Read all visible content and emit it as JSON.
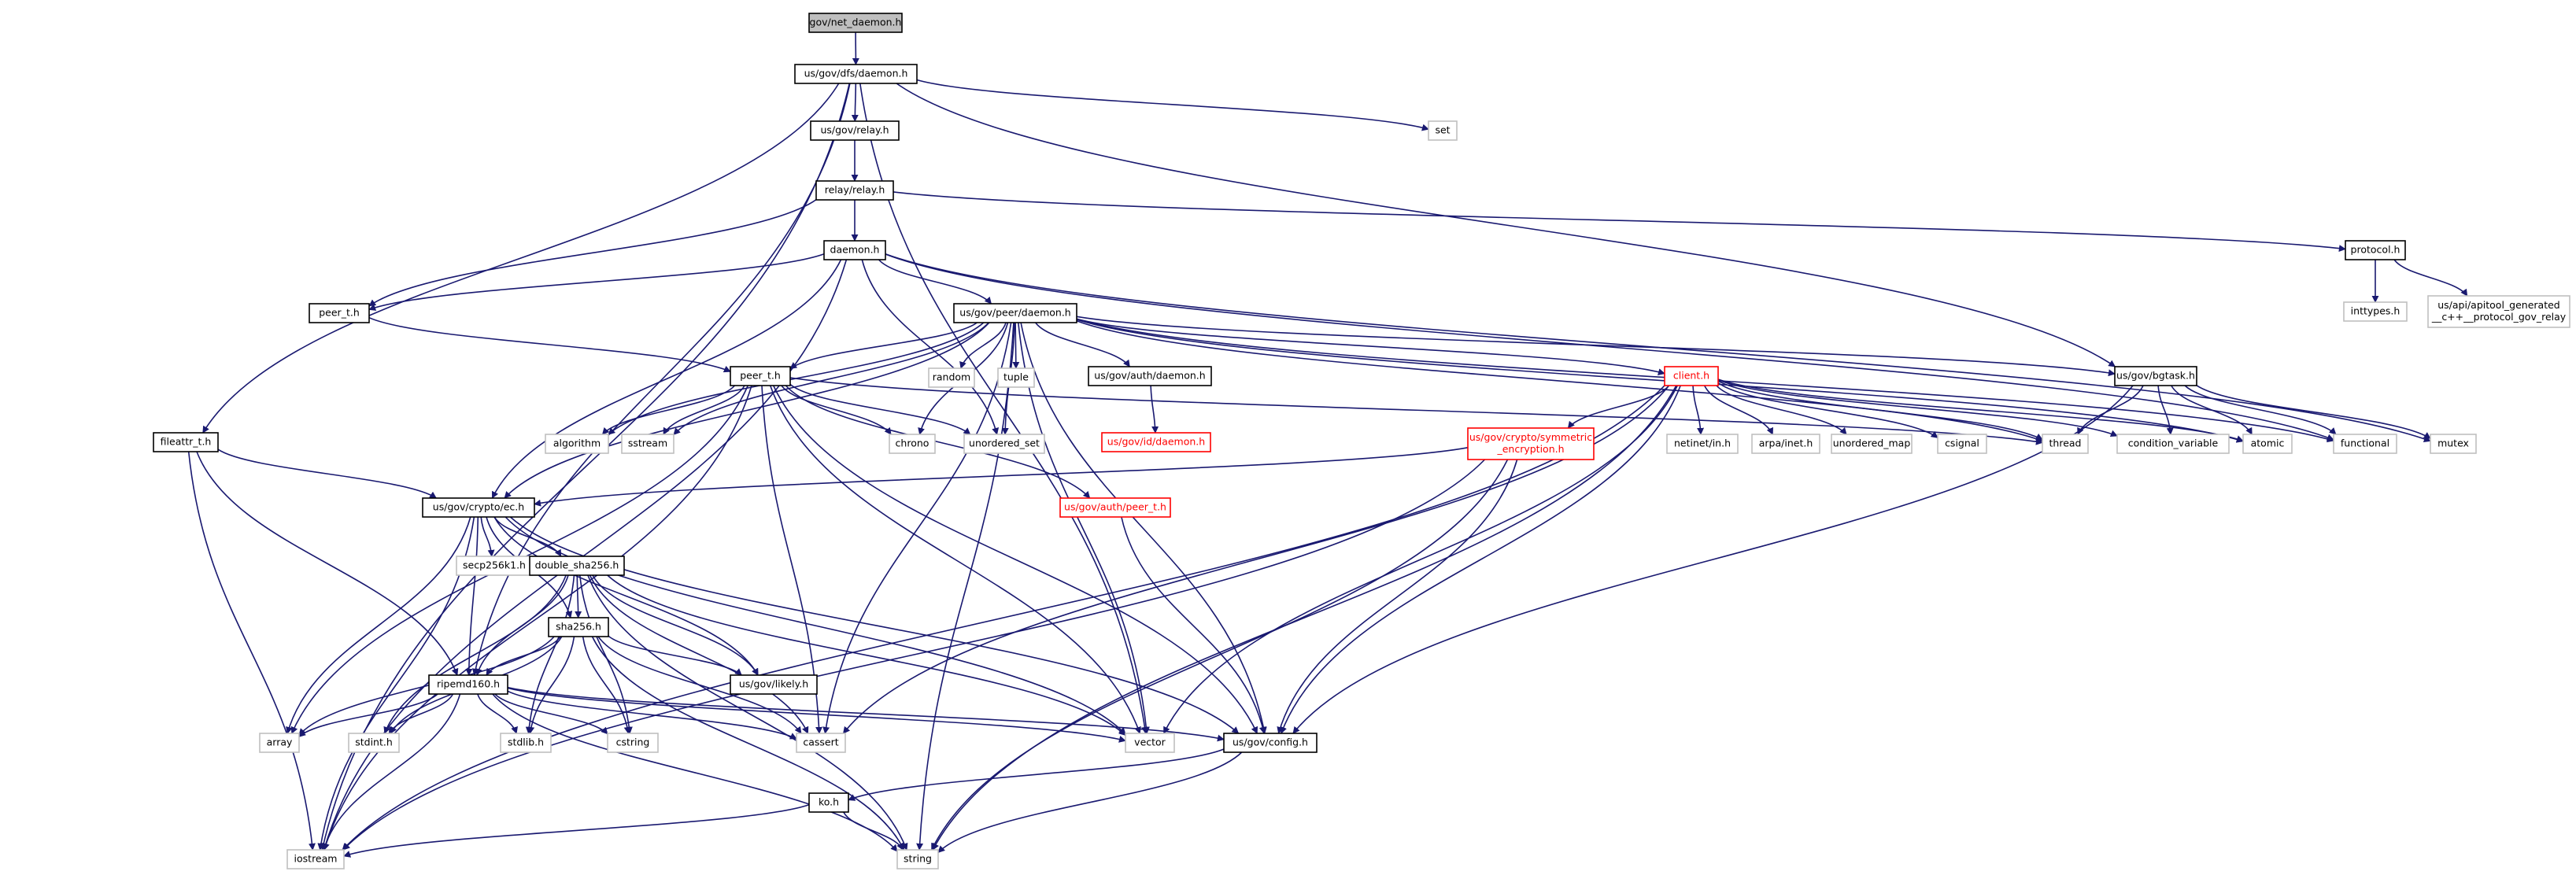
{
  "colors": {
    "edge": "#191970",
    "documented_border": "#000000",
    "undocumented_border": "#bfbfbf",
    "incomplete_border": "#ff0000",
    "root_fill": "#bfbfbf",
    "text": "#000000",
    "red_text": "#ff0000"
  },
  "graph": {
    "nodes": [
      {
        "id": "root",
        "label": "gov/net_daemon.h",
        "style": "root"
      },
      {
        "id": "dfs",
        "label": "us/gov/dfs/daemon.h",
        "style": "documented"
      },
      {
        "id": "set",
        "label": "set",
        "style": "external"
      },
      {
        "id": "relay_h",
        "label": "us/gov/relay.h",
        "style": "documented"
      },
      {
        "id": "relay_relay",
        "label": "relay/relay.h",
        "style": "documented"
      },
      {
        "id": "protocol",
        "label": "protocol.h",
        "style": "documented"
      },
      {
        "id": "inttypes",
        "label": "inttypes.h",
        "style": "external"
      },
      {
        "id": "apitool",
        "label": [
          "us/api/apitool_generated",
          "__c++__protocol_gov_relay"
        ],
        "style": "external"
      },
      {
        "id": "daemon",
        "label": "daemon.h",
        "style": "documented"
      },
      {
        "id": "peer_daemon",
        "label": "us/gov/peer/daemon.h",
        "style": "documented"
      },
      {
        "id": "peer_t_top",
        "label": "peer_t.h",
        "style": "documented"
      },
      {
        "id": "peer_t",
        "label": "peer_t.h",
        "style": "documented"
      },
      {
        "id": "random",
        "label": "random",
        "style": "external"
      },
      {
        "id": "tuple",
        "label": "tuple",
        "style": "external"
      },
      {
        "id": "auth_daemon",
        "label": "us/gov/auth/daemon.h",
        "style": "documented"
      },
      {
        "id": "id_daemon",
        "label": "us/gov/id/daemon.h",
        "style": "incomplete"
      },
      {
        "id": "client",
        "label": "client.h",
        "style": "incomplete"
      },
      {
        "id": "bgtask",
        "label": "us/gov/bgtask.h",
        "style": "documented"
      },
      {
        "id": "fileattr",
        "label": "fileattr_t.h",
        "style": "documented"
      },
      {
        "id": "algorithm",
        "label": "algorithm",
        "style": "external"
      },
      {
        "id": "sstream",
        "label": "sstream",
        "style": "external"
      },
      {
        "id": "chrono",
        "label": "chrono",
        "style": "external"
      },
      {
        "id": "unordered_set",
        "label": "unordered_set",
        "style": "external"
      },
      {
        "id": "sym_enc",
        "label": [
          "us/gov/crypto/symmetric",
          "_encryption.h"
        ],
        "style": "incomplete"
      },
      {
        "id": "netinet",
        "label": "netinet/in.h",
        "style": "external"
      },
      {
        "id": "arpa",
        "label": "arpa/inet.h",
        "style": "external"
      },
      {
        "id": "unordered_map",
        "label": "unordered_map",
        "style": "external"
      },
      {
        "id": "csignal",
        "label": "csignal",
        "style": "external"
      },
      {
        "id": "thread",
        "label": "thread",
        "style": "external"
      },
      {
        "id": "condvar",
        "label": "condition_variable",
        "style": "external"
      },
      {
        "id": "atomic",
        "label": "atomic",
        "style": "external"
      },
      {
        "id": "functional",
        "label": "functional",
        "style": "external"
      },
      {
        "id": "mutex",
        "label": "mutex",
        "style": "external"
      },
      {
        "id": "ec",
        "label": "us/gov/crypto/ec.h",
        "style": "documented"
      },
      {
        "id": "auth_peer",
        "label": "us/gov/auth/peer_t.h",
        "style": "incomplete"
      },
      {
        "id": "secp",
        "label": "secp256k1.h",
        "style": "external"
      },
      {
        "id": "dsha",
        "label": "double_sha256.h",
        "style": "documented"
      },
      {
        "id": "sha",
        "label": "sha256.h",
        "style": "documented"
      },
      {
        "id": "likely",
        "label": "us/gov/likely.h",
        "style": "documented"
      },
      {
        "id": "ripemd",
        "label": "ripemd160.h",
        "style": "documented"
      },
      {
        "id": "array",
        "label": "array",
        "style": "external"
      },
      {
        "id": "stdint",
        "label": "stdint.h",
        "style": "external"
      },
      {
        "id": "stdlib",
        "label": "stdlib.h",
        "style": "external"
      },
      {
        "id": "cstring",
        "label": "cstring",
        "style": "external"
      },
      {
        "id": "cassert",
        "label": "cassert",
        "style": "external"
      },
      {
        "id": "vector",
        "label": "vector",
        "style": "external"
      },
      {
        "id": "config",
        "label": "us/gov/config.h",
        "style": "documented"
      },
      {
        "id": "ko",
        "label": "ko.h",
        "style": "documented"
      },
      {
        "id": "iostream",
        "label": "iostream",
        "style": "external"
      },
      {
        "id": "string",
        "label": "string",
        "style": "external"
      }
    ],
    "edges": [
      [
        "root",
        "dfs"
      ],
      [
        "dfs",
        "set"
      ],
      [
        "dfs",
        "relay_h"
      ],
      [
        "dfs",
        "fileattr"
      ],
      [
        "dfs",
        "iostream"
      ],
      [
        "dfs",
        "ripemd"
      ],
      [
        "dfs",
        "vector"
      ],
      [
        "dfs",
        "bgtask"
      ],
      [
        "relay_h",
        "relay_relay"
      ],
      [
        "relay_relay",
        "protocol"
      ],
      [
        "relay_relay",
        "daemon"
      ],
      [
        "relay_relay",
        "peer_t_top"
      ],
      [
        "protocol",
        "inttypes"
      ],
      [
        "protocol",
        "apitool"
      ],
      [
        "daemon",
        "peer_daemon"
      ],
      [
        "daemon",
        "peer_t_top"
      ],
      [
        "daemon",
        "iostream"
      ],
      [
        "daemon",
        "ec"
      ],
      [
        "daemon",
        "unordered_set"
      ],
      [
        "daemon",
        "functional"
      ],
      [
        "daemon",
        "mutex"
      ],
      [
        "peer_t_top",
        "peer_t"
      ],
      [
        "peer_daemon",
        "peer_t"
      ],
      [
        "peer_daemon",
        "random"
      ],
      [
        "peer_daemon",
        "tuple"
      ],
      [
        "peer_daemon",
        "auth_daemon"
      ],
      [
        "peer_daemon",
        "client"
      ],
      [
        "peer_daemon",
        "bgtask"
      ],
      [
        "peer_daemon",
        "algorithm"
      ],
      [
        "peer_daemon",
        "sstream"
      ],
      [
        "peer_daemon",
        "chrono"
      ],
      [
        "peer_daemon",
        "unordered_set"
      ],
      [
        "peer_daemon",
        "ec"
      ],
      [
        "peer_daemon",
        "string"
      ],
      [
        "peer_daemon",
        "cassert"
      ],
      [
        "peer_daemon",
        "vector"
      ],
      [
        "peer_daemon",
        "config"
      ],
      [
        "peer_daemon",
        "thread"
      ],
      [
        "peer_daemon",
        "atomic"
      ],
      [
        "peer_daemon",
        "functional"
      ],
      [
        "auth_daemon",
        "id_daemon"
      ],
      [
        "peer_t",
        "algorithm"
      ],
      [
        "peer_t",
        "sstream"
      ],
      [
        "peer_t",
        "chrono"
      ],
      [
        "peer_t",
        "unordered_set"
      ],
      [
        "peer_t",
        "iostream"
      ],
      [
        "peer_t",
        "array"
      ],
      [
        "peer_t",
        "cassert"
      ],
      [
        "peer_t",
        "vector"
      ],
      [
        "peer_t",
        "config"
      ],
      [
        "peer_t",
        "auth_peer"
      ],
      [
        "peer_t",
        "thread"
      ],
      [
        "client",
        "sym_enc"
      ],
      [
        "client",
        "netinet"
      ],
      [
        "client",
        "arpa"
      ],
      [
        "client",
        "unordered_map"
      ],
      [
        "client",
        "csignal"
      ],
      [
        "client",
        "thread"
      ],
      [
        "client",
        "condvar"
      ],
      [
        "client",
        "atomic"
      ],
      [
        "client",
        "vector"
      ],
      [
        "client",
        "config"
      ],
      [
        "client",
        "cassert"
      ],
      [
        "client",
        "string"
      ],
      [
        "client",
        "iostream"
      ],
      [
        "bgtask",
        "thread"
      ],
      [
        "bgtask",
        "condvar"
      ],
      [
        "bgtask",
        "atomic"
      ],
      [
        "bgtask",
        "functional"
      ],
      [
        "bgtask",
        "mutex"
      ],
      [
        "bgtask",
        "config"
      ],
      [
        "fileattr",
        "ec"
      ],
      [
        "fileattr",
        "ripemd"
      ],
      [
        "fileattr",
        "iostream"
      ],
      [
        "sym_enc",
        "ec"
      ],
      [
        "sym_enc",
        "config"
      ],
      [
        "sym_enc",
        "string"
      ],
      [
        "sym_enc",
        "iostream"
      ],
      [
        "ec",
        "secp"
      ],
      [
        "ec",
        "dsha"
      ],
      [
        "ec",
        "sha"
      ],
      [
        "ec",
        "ripemd"
      ],
      [
        "ec",
        "likely"
      ],
      [
        "ec",
        "array"
      ],
      [
        "ec",
        "iostream"
      ],
      [
        "ec",
        "vector"
      ],
      [
        "ec",
        "config"
      ],
      [
        "auth_peer",
        "config"
      ],
      [
        "dsha",
        "sha"
      ],
      [
        "dsha",
        "ripemd"
      ],
      [
        "dsha",
        "likely"
      ],
      [
        "dsha",
        "stdint"
      ],
      [
        "dsha",
        "cstring"
      ],
      [
        "dsha",
        "cassert"
      ],
      [
        "dsha",
        "stdlib"
      ],
      [
        "dsha",
        "string"
      ],
      [
        "dsha",
        "vector"
      ],
      [
        "sha",
        "ripemd"
      ],
      [
        "sha",
        "likely"
      ],
      [
        "sha",
        "stdint"
      ],
      [
        "sha",
        "cstring"
      ],
      [
        "sha",
        "cassert"
      ],
      [
        "sha",
        "stdlib"
      ],
      [
        "sha",
        "array"
      ],
      [
        "sha",
        "string"
      ],
      [
        "ripemd",
        "array"
      ],
      [
        "ripemd",
        "stdint"
      ],
      [
        "ripemd",
        "stdlib"
      ],
      [
        "ripemd",
        "cstring"
      ],
      [
        "ripemd",
        "cassert"
      ],
      [
        "ripemd",
        "vector"
      ],
      [
        "ripemd",
        "config"
      ],
      [
        "ripemd",
        "string"
      ],
      [
        "ripemd",
        "iostream"
      ],
      [
        "config",
        "ko"
      ],
      [
        "config",
        "string"
      ],
      [
        "ko",
        "iostream"
      ],
      [
        "ko",
        "string"
      ]
    ]
  }
}
